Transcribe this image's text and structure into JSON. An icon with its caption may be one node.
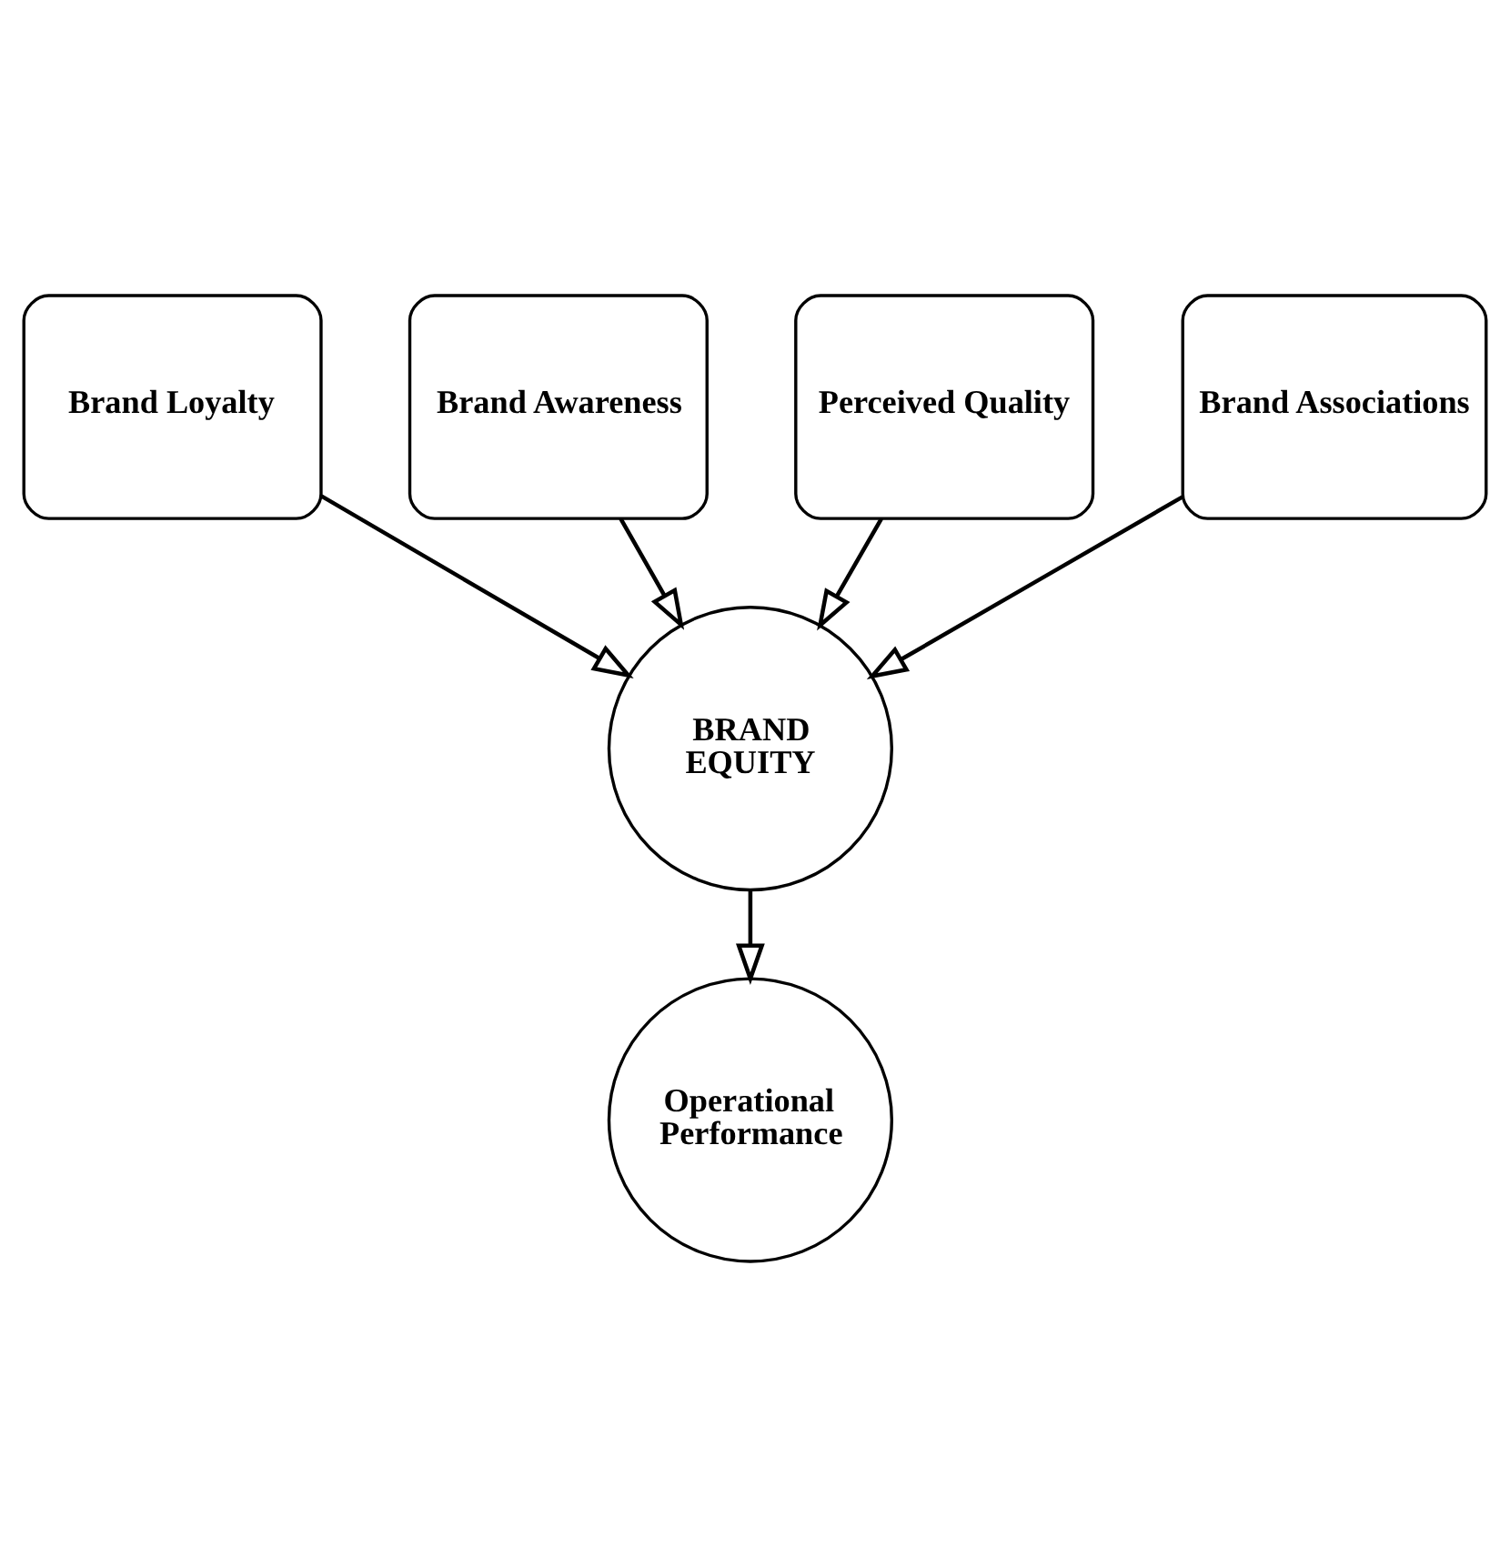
{
  "diagram": {
    "nodes": [
      {
        "text": [
          "Brand Awareness"
        ]
      },
      {
        "text": [
          "Perceived Quality"
        ]
      },
      {
        "text": [
          "Brand Loyalty"
        ]
      },
      {
        "text": [
          "BRAND EQUITY"
        ]
      },
      {
        "text": [
          "Brand Associations"
        ]
      },
      {
        "text": [
          "Operational Performance"
        ]
      }
    ],
    "edges": [
      {
        "from": 0,
        "to": 3,
        "arrow": "to"
      },
      {
        "from": 1,
        "to": 3,
        "arrow": "to"
      },
      {
        "from": 2,
        "to": 3,
        "arrow": "to"
      },
      {
        "from": 4,
        "to": 3,
        "arrow": "to"
      },
      {
        "from": 3,
        "to": 5,
        "arrow": "to"
      }
    ]
  }
}
